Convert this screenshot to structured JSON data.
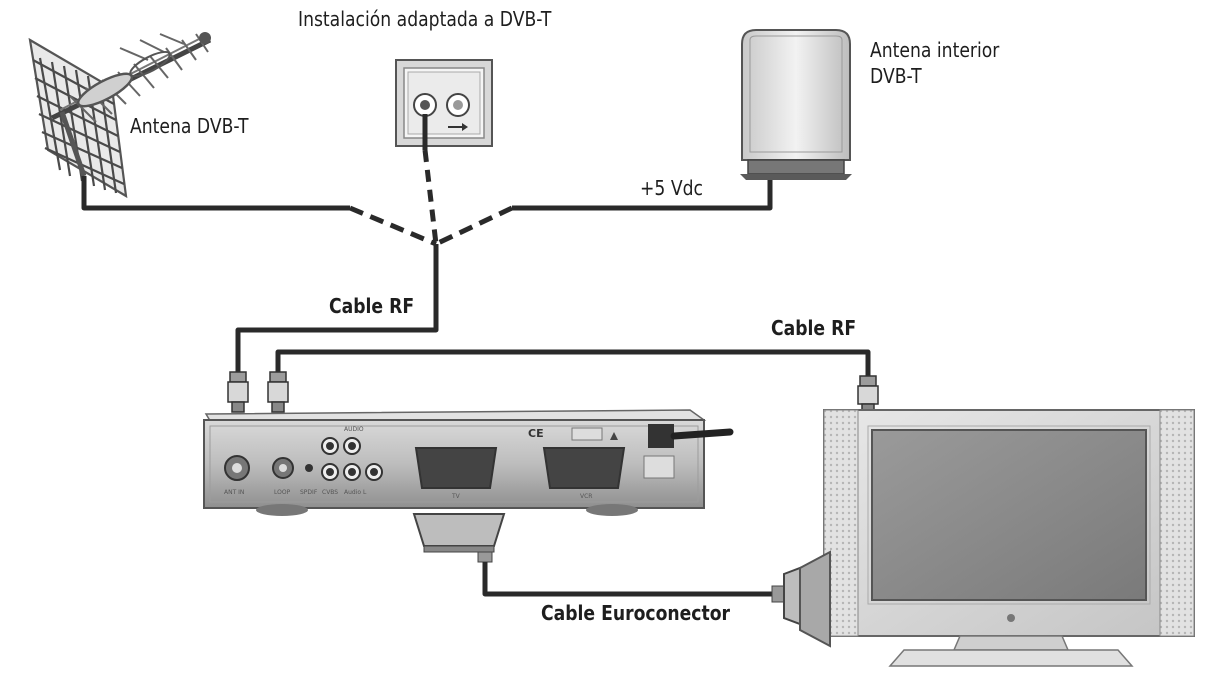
{
  "diagram": {
    "labels": {
      "outdoor_antenna": "Antena DVB-T",
      "wall_socket": "Instalación adaptada a DVB-T",
      "indoor_antenna_line1": "Antena interior",
      "indoor_antenna_line2": "DVB-T",
      "voltage": "+5 Vdc",
      "cable_rf_left": "Cable RF",
      "cable_rf_right": "Cable RF",
      "cable_scart": "Cable  Euroconector"
    },
    "receiver_panel": {
      "ant_in": "ANT IN",
      "loop": "LOOP",
      "spdif": "SPDIF",
      "audio": "AUDIO",
      "cvbs": "CVBS",
      "audio_l": "Audio L",
      "scart_tv": "TV",
      "scart_vcr": "VCR",
      "ce_mark": "CE"
    }
  }
}
